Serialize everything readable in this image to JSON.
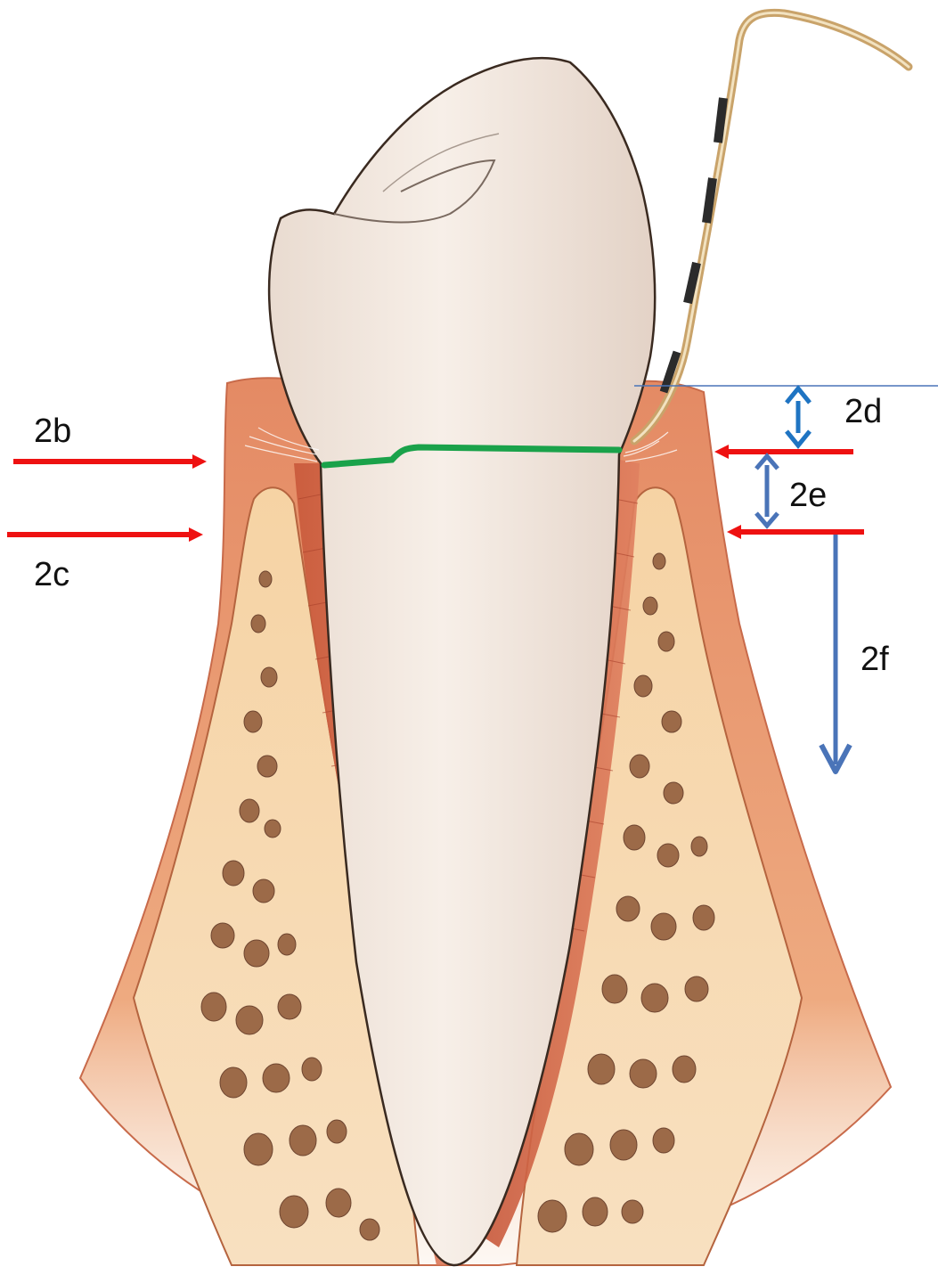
{
  "labels": {
    "b": "2b",
    "c": "2c",
    "d": "2d",
    "e": "2e",
    "f": "2f"
  },
  "colors": {
    "red_arrow": "#ee1111",
    "blue_arrow": "#4a74b8",
    "blue_arrow_d": "#1f74c2",
    "cej_line": "#1aa24a",
    "gingiva": "#e99a6e",
    "bone": "#f4cd9c",
    "tooth": "#f1e6dc"
  }
}
